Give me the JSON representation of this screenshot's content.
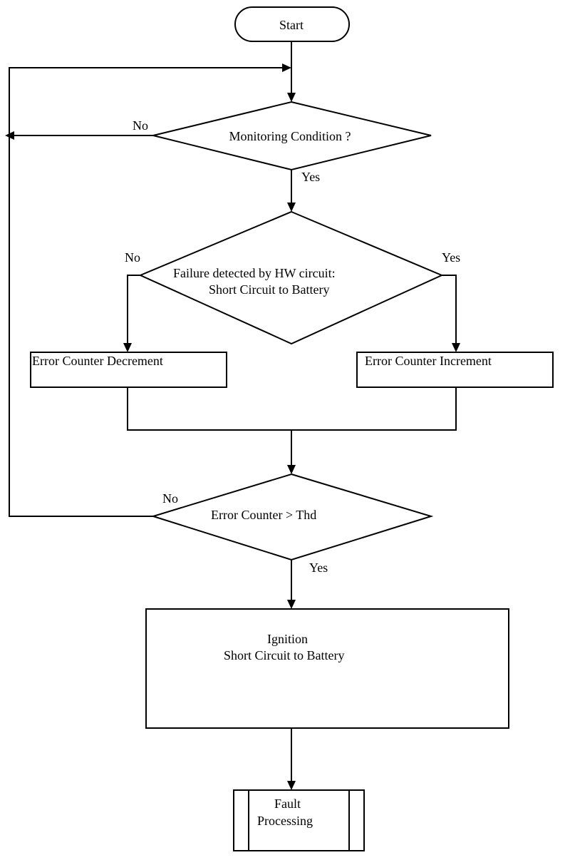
{
  "nodes": {
    "start": "Start",
    "monitoring": "Monitoring Condition ?",
    "failure_line1": "Failure detected by HW circuit:",
    "failure_line2": "Short Circuit to Battery",
    "decrement": "Error Counter Decrement",
    "increment": "Error Counter Increment",
    "threshold": "Error Counter >  Thd",
    "ignition_line1": "Ignition",
    "ignition_line2": "Short Circuit to Battery",
    "fault_line1": "Fault",
    "fault_line2": "Processing"
  },
  "branches": {
    "monitoring_no": "No",
    "monitoring_yes": "Yes",
    "failure_no": "No",
    "failure_yes": "Yes",
    "threshold_no": "No",
    "threshold_yes": "Yes"
  }
}
